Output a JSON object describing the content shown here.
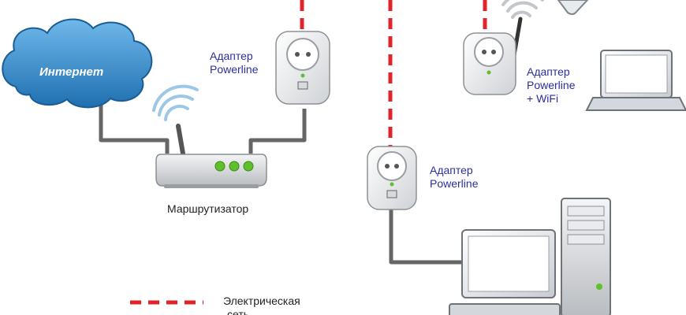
{
  "labels": {
    "internet": "Интернет",
    "router": "Маршрутизатор",
    "adapter1_line1": "Адаптер",
    "adapter1_line2": "Powerline",
    "adapter2_line1": "Адаптер",
    "adapter2_line2": "Powerline",
    "adapter3_line1": "Адаптер",
    "adapter3_line2": "Powerline",
    "adapter3_line3": "+ WiFi",
    "legend_line1": "Электрическая",
    "legend_line2": "сеть"
  },
  "colors": {
    "power_line": "#e0242a",
    "cable": "#666666",
    "cloud_fill": "#2e86c8",
    "label_blue": "#2a2f9c",
    "router_led": "#5fbf2c",
    "wifi_waves": "#9cc7e6"
  }
}
